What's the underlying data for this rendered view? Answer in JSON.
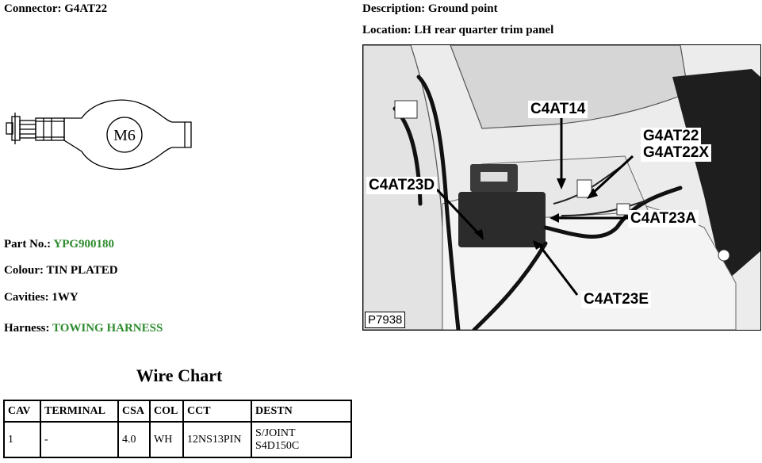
{
  "header": {
    "connector_label": "Connector:",
    "connector_value": "G4AT22",
    "description_label": "Description:",
    "description_value": "Ground point",
    "location_label": "Location:",
    "location_value": "LH rear quarter trim panel"
  },
  "connector_diagram": {
    "stud_label": "M6"
  },
  "details": {
    "part_label": "Part No.:",
    "part_value": "YPG900180",
    "colour_label": "Colour:",
    "colour_value": "TIN PLATED",
    "cavities_label": "Cavities:",
    "cavities_value": "1WY",
    "harness_label": "Harness:",
    "harness_value": "TOWING HARNESS",
    "link_color": "#2e8b2e"
  },
  "wire_chart": {
    "title": "Wire Chart",
    "headers": [
      "CAV",
      "TERMINAL",
      "CSA",
      "COL",
      "CCT",
      "DESTN"
    ],
    "rows": [
      {
        "cav": "1",
        "terminal": "-",
        "csa": "4.0",
        "col": "WH",
        "cct": "12NS13PIN",
        "destn_line1": "S/JOINT",
        "destn_line2": "S4D150C"
      }
    ]
  },
  "photo": {
    "code": "P7938",
    "callouts": {
      "c4at14": "C4AT14",
      "g4at22": "G4AT22",
      "g4at22x": "G4AT22X",
      "c4at23d": "C4AT23D",
      "c4at23a": "C4AT23A",
      "c4at23e": "C4AT23E"
    }
  }
}
